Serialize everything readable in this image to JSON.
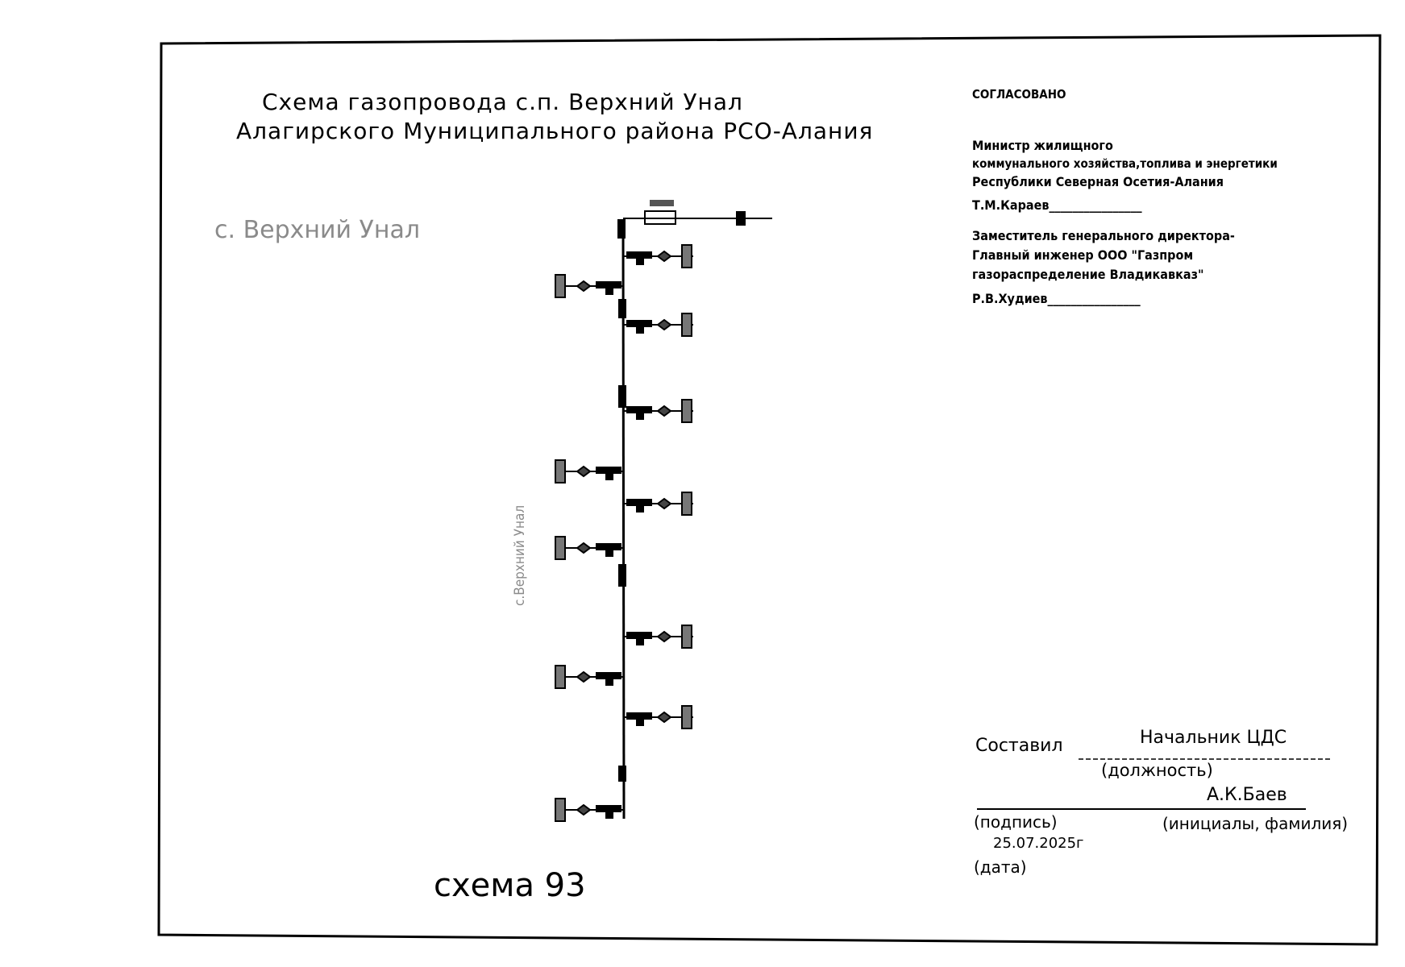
{
  "title": {
    "line1": "Схема газопровода с.п. Верхний Унал",
    "line2": "Алагирского  Муниципального района РСО-Алания"
  },
  "village_label": "с. Верхний Унал",
  "street_label": "с.Верхний Унал",
  "scheme_label": "схема 93",
  "approval": {
    "heading": "СОГЛАСОВАНО",
    "minister_line1": "Министр жилищного",
    "minister_line2": "коммунального  хозяйства,топлива и энергетики",
    "minister_line3": "Республики Северная Осетия-Алания",
    "minister_sign": "Т.М.Караев________________",
    "deputy_line1": "Заместитель генерального директора-",
    "deputy_line2": "Главный инженер  ООО \"Газпром",
    "deputy_line3": "газораспределение Владикавказ\"",
    "deputy_sign": "Р.В.Худиев________________"
  },
  "compiled": {
    "label": "Составил",
    "position_value": "Начальник ЦДС",
    "position_caption": "(должность)",
    "name_value": "А.К.Баев",
    "signature_caption": "(подпись)",
    "name_caption": "(инициалы, фамилия)",
    "date_value": "25.07.2025г",
    "date_caption": "(дата)"
  },
  "colors": {
    "line": "#000000",
    "faint": "#8a8a8a"
  }
}
